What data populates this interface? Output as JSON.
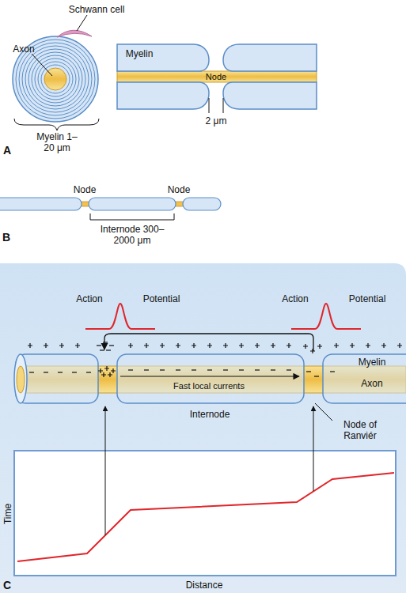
{
  "diagram": {
    "labels": [
      "Schwann cell",
      "Axon",
      "Myelin",
      "Node",
      "2 μm",
      "Myelin 1–20 μm",
      "A",
      "Node",
      "Node",
      "Internode 300–2000 μm",
      "B",
      "Action",
      "Potential",
      "Action",
      "Potential",
      "Fast local currents",
      "Internode",
      "Myelin",
      "Axon",
      "Node of Ranviér",
      "Time",
      "Distance",
      "C"
    ]
  }
}
